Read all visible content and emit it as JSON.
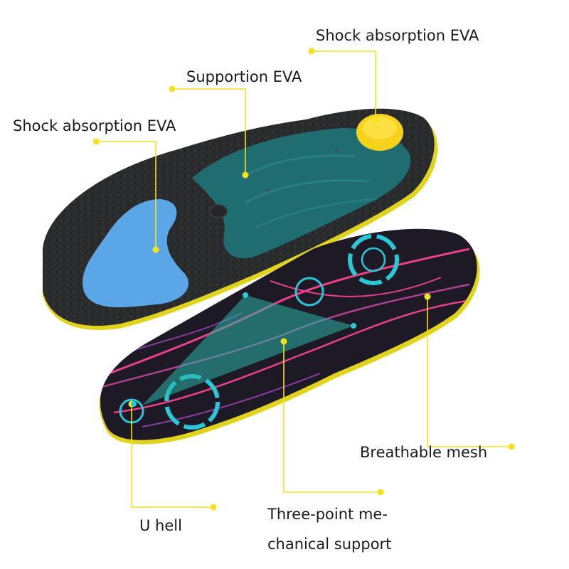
{
  "labels": {
    "shock_top": "Shock absorption EVA",
    "supportion": "Supportion EVA",
    "shock_left": "Shock absorption EVA",
    "breathable": "Breathable mesh",
    "u_hell": "U hell",
    "three_point_line1": "Three-point me-",
    "three_point_line2": "chanical support"
  },
  "colors": {
    "callout": "#f4e11f",
    "insole_base": "#2b2d2f",
    "arch_teal": "#1f6f74",
    "forefoot_pad": "#5aa6e6",
    "heel_pad": "#f6d21b",
    "mesh_pink": "#e8408a",
    "mesh_cyan": "#29c7d8"
  }
}
